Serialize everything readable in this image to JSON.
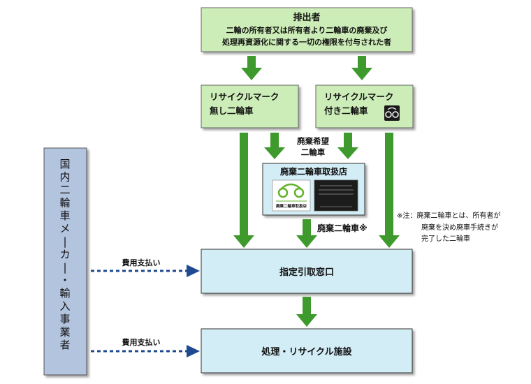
{
  "colors": {
    "green_box": "#ccedb7",
    "cyan_box": "#d3edf6",
    "left_bar": "#b3c4df",
    "arrow_green": "#3e9a2c",
    "arrow_blue": "#1f4a92"
  },
  "top_box": {
    "title": "排出者",
    "line1": "二輪の所有者又は所有者より二輪車の廃棄及び",
    "line2": "処理再資源化に関する一切の権限を付与された者"
  },
  "no_mark_box": {
    "line1": "リサイクルマーク",
    "line2": "無し二輪車"
  },
  "with_mark_box": {
    "line1": "リサイクルマーク",
    "line2": "付き二輪車",
    "icon": "recycle-mark-icon"
  },
  "want_label": {
    "line1": "廃棄希望",
    "line2": "二輪車"
  },
  "dealer_box": {
    "title": "廃棄二輪車取扱店",
    "sticker_text": "廃棄二輪車取扱店",
    "sticker_icon": "recycle-motorcycle-logo",
    "plate_icon": "dealer-certificate-plate"
  },
  "discarded_label": "廃棄二輪車※",
  "note": {
    "line1": "※注：廃棄二輪車とは、所有者が",
    "line2": "廃棄を決め廃車手続きが",
    "line3": "完了した二輪車"
  },
  "manufacturer_bar": {
    "label": "国内二輪車メーカー・輸入事業者"
  },
  "payment_label_1": "費用支払い",
  "payment_label_2": "費用支払い",
  "collection_box": {
    "title": "指定引取窓口"
  },
  "facility_box": {
    "title": "処理・リサイクル施設"
  }
}
